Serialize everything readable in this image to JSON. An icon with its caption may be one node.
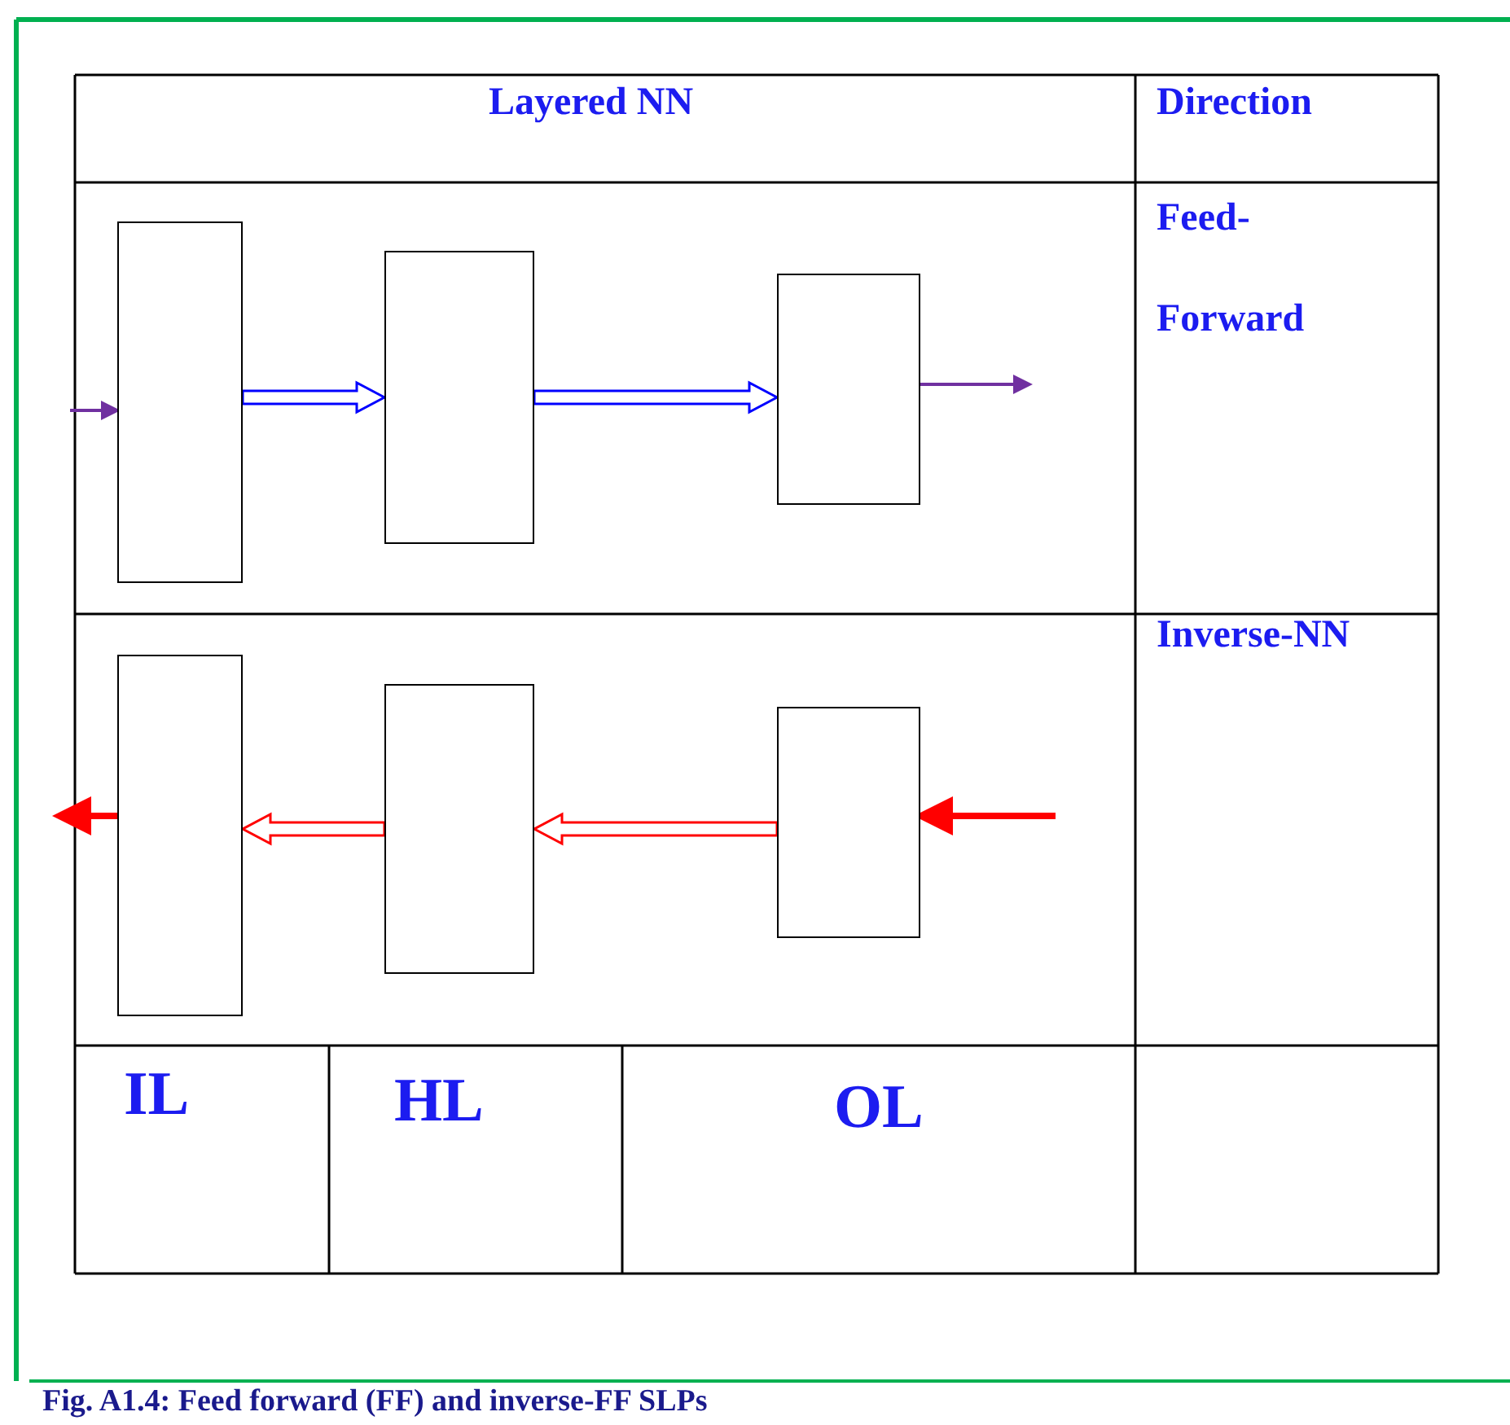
{
  "diagram": {
    "caption": "Fig. A1.4: Feed forward (FF) and inverse-FF SLPs",
    "nodes": [
      {
        "text": [],
        "shape": "box"
      },
      {
        "text": [],
        "shape": "box"
      },
      {
        "text": [],
        "shape": "box"
      },
      {
        "text": [],
        "shape": "box"
      },
      {
        "text": [],
        "shape": "box"
      },
      {
        "text": [],
        "shape": "box"
      }
    ],
    "edges": [
      {
        "from": null,
        "to": 0,
        "arrow": "to",
        "color": "#7030a0"
      },
      {
        "from": 0,
        "to": 1,
        "arrow": "to",
        "style": "thick",
        "color": "#0000ff"
      },
      {
        "from": 1,
        "to": 2,
        "arrow": "to",
        "style": "thick",
        "color": "#0000ff"
      },
      {
        "from": 2,
        "to": null,
        "arrow": "to",
        "color": "#7030a0"
      },
      {
        "from": null,
        "to": 5,
        "arrow": "to",
        "style": "thick",
        "color": "#ff0000"
      },
      {
        "from": 5,
        "to": 4,
        "arrow": "to",
        "style": "thick",
        "color": "#ff0000"
      },
      {
        "from": 4,
        "to": 3,
        "arrow": "to",
        "style": "thick",
        "color": "#ff0000"
      },
      {
        "from": 3,
        "to": null,
        "arrow": "to",
        "style": "thick",
        "color": "#ff0000"
      }
    ],
    "labels": [
      "Layered NN",
      "Direction",
      "Feed-Forward",
      "Inverse-NN",
      "IL",
      "HL",
      "OL"
    ]
  }
}
